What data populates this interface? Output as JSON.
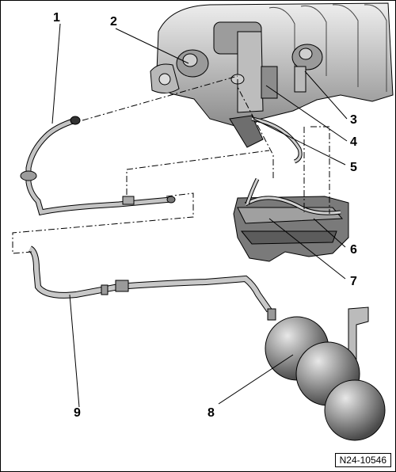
{
  "figure": {
    "reference": "N24-10546",
    "callouts": [
      {
        "id": "1",
        "label": "1"
      },
      {
        "id": "2",
        "label": "2"
      },
      {
        "id": "3",
        "label": "3"
      },
      {
        "id": "4",
        "label": "4"
      },
      {
        "id": "5",
        "label": "5"
      },
      {
        "id": "6",
        "label": "6"
      },
      {
        "id": "7",
        "label": "7"
      },
      {
        "id": "8",
        "label": "8"
      },
      {
        "id": "9",
        "label": "9"
      }
    ]
  },
  "colors": {
    "line": "#000000",
    "part_light": "#d6d6d6",
    "part_mid": "#a8a8a8",
    "part_dark": "#6e6e6e",
    "canister": "#8a8a8a",
    "background": "#ffffff"
  }
}
